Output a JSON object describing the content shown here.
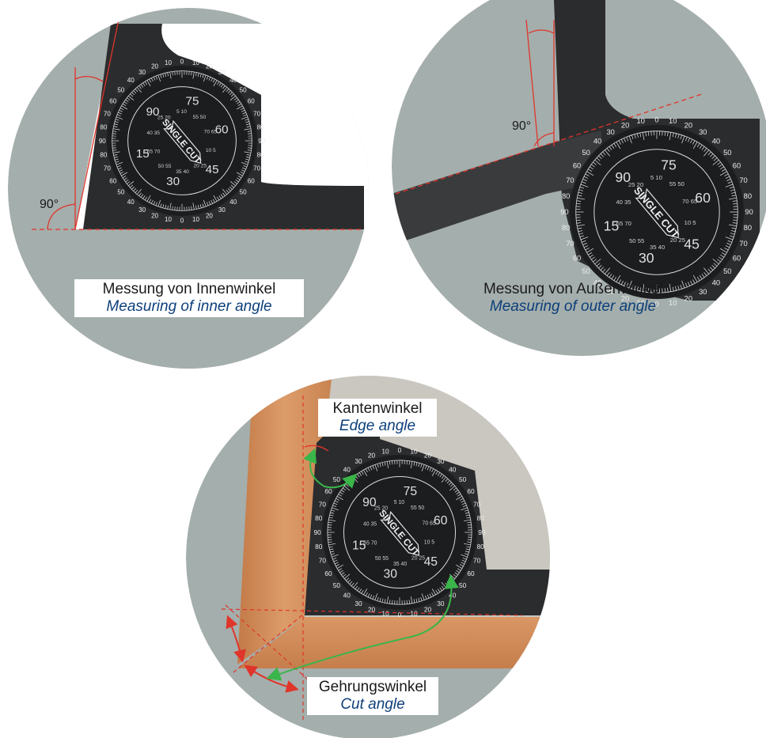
{
  "panels": {
    "inner": {
      "label_de": "Messung von Innenwinkel",
      "label_en": "Measuring of inner angle",
      "angle_label": "90°"
    },
    "outer": {
      "label_de": "Messung von Außenwinkel",
      "label_en": "Measuring of outer angle",
      "angle_label": "90°"
    },
    "edge": {
      "edge_de": "Kantenwinkel",
      "edge_en": "Edge angle",
      "cut_de": "Gehrungswinkel",
      "cut_en": "Cut angle"
    }
  },
  "protractor": {
    "brand": "SINGLE CUT",
    "outer_ticks": [
      "0",
      "10",
      "20",
      "30",
      "40",
      "50",
      "60",
      "70",
      "80",
      "90",
      "80",
      "70",
      "60",
      "50",
      "40",
      "30",
      "20",
      "10",
      "0"
    ],
    "inner_numbers": [
      "15",
      "30",
      "45",
      "60",
      "75",
      "90"
    ],
    "small_pairs": [
      "10 5",
      "20 25",
      "35 40",
      "50 55",
      "65 70",
      "40 35",
      "25 20",
      "5 10",
      "55 50",
      "70 65"
    ]
  },
  "colors": {
    "background_gray": "#a4aeac",
    "tool_black": "#2b2c2e",
    "dial_black": "#1c1d1f",
    "marking_red": "#e0352b",
    "arrow_green": "#3ab54a",
    "wood": "#cf8d5c",
    "stone": "#c9c7bf",
    "caption_blue": "#0d3f7a"
  }
}
